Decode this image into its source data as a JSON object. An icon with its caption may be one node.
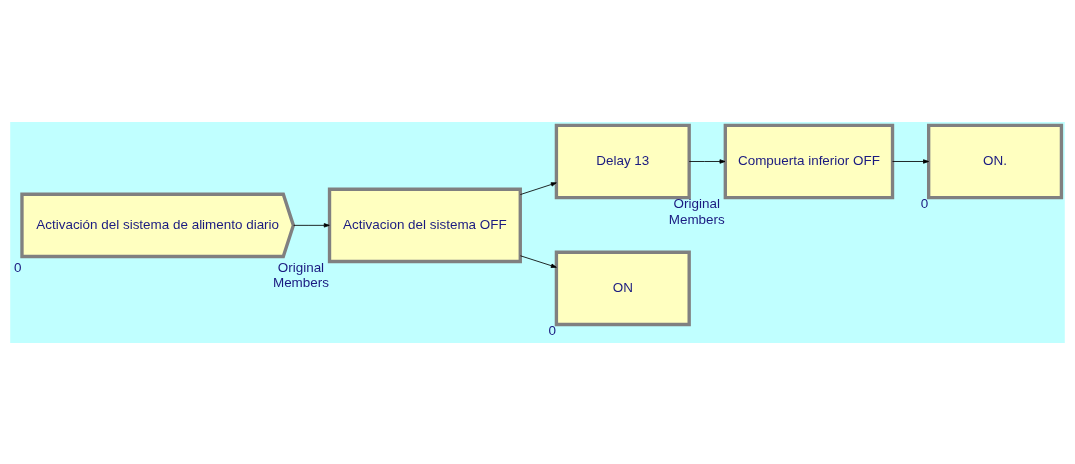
{
  "diagram": {
    "nodes": [
      {
        "text": [
          "Activación del sistema de alimento diario"
        ],
        "beside": [
          "0"
        ]
      },
      {
        "text": [
          "Activacion del sistema OFF"
        ],
        "beside": [
          "Original",
          "Members"
        ]
      },
      {
        "text": [
          "Delay 13"
        ]
      },
      {
        "text": [
          "Compuerta inferior OFF"
        ],
        "beside": [
          "Original",
          "Members"
        ]
      },
      {
        "text": [
          "ON"
        ],
        "beside": [
          "0"
        ]
      },
      {
        "text": [
          "ON."
        ],
        "beside": [
          "0"
        ]
      }
    ],
    "edges": [
      {
        "from": 0,
        "to": 1,
        "arrow": "to"
      },
      {
        "from": 1,
        "to": 2,
        "arrow": "to"
      },
      {
        "from": 2,
        "to": 3,
        "arrow": "to"
      },
      {
        "from": 1,
        "to": 4,
        "arrow": "to"
      },
      {
        "from": 3,
        "to": 5,
        "arrow": "to"
      }
    ]
  }
}
